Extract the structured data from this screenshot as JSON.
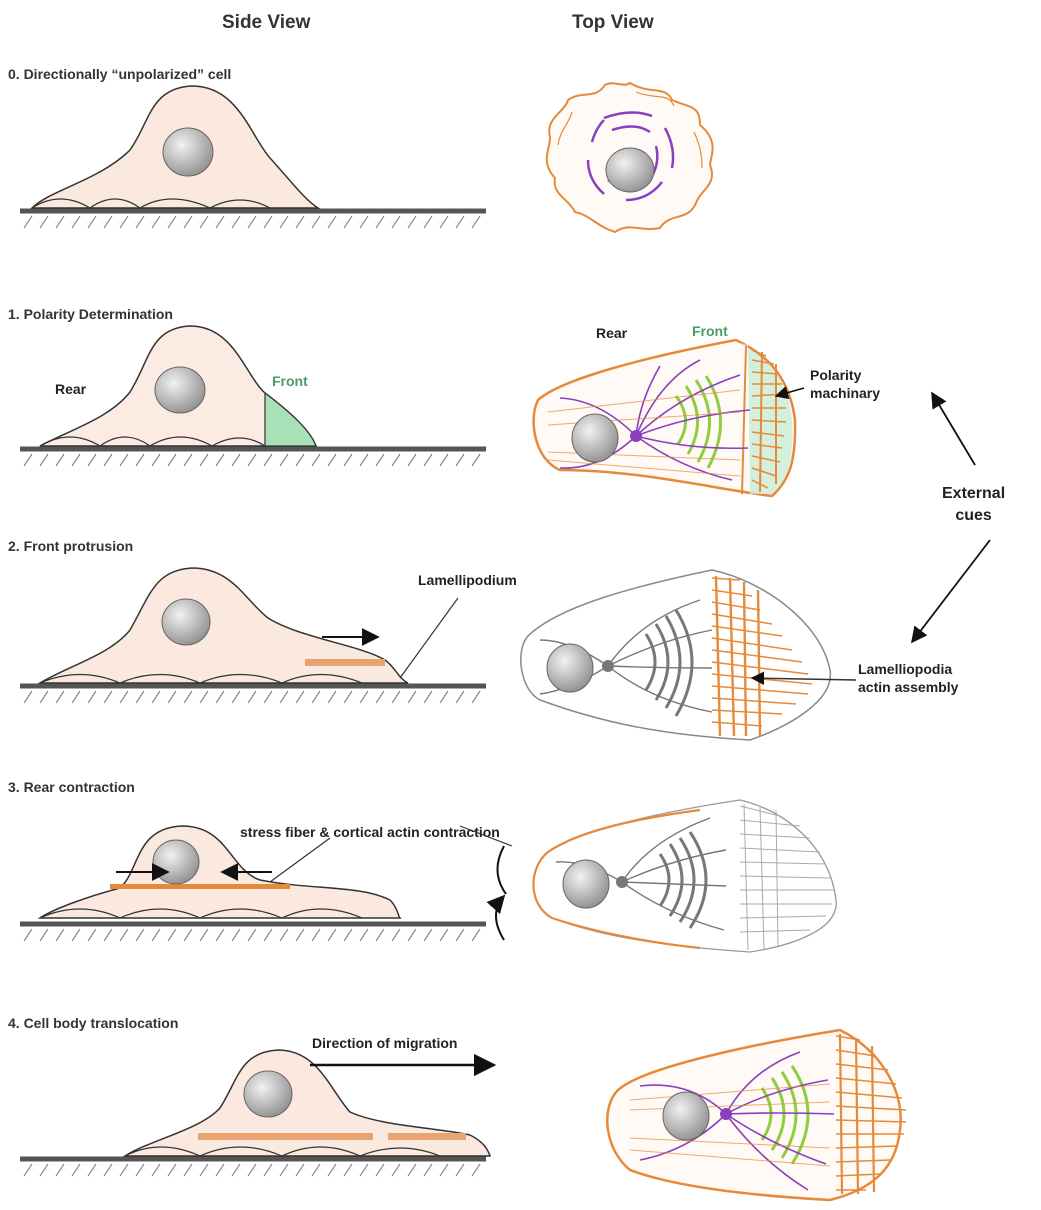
{
  "headers": {
    "side": "Side View",
    "top": "Top View"
  },
  "steps": [
    {
      "title": "0. Directionally “unpolarized” cell"
    },
    {
      "title": "1. Polarity Determination",
      "rear": "Rear",
      "front": "Front",
      "top_rear": "Rear",
      "top_front": "Front",
      "machinery": [
        "Polarity",
        "machinary"
      ]
    },
    {
      "title": "2. Front protrusion",
      "lamellipodium": "Lamellipodium",
      "assembly": [
        "Lamelliopodia",
        "actin assembly"
      ]
    },
    {
      "title": "3. Rear contraction",
      "contraction": "stress fiber & cortical actin contraction"
    },
    {
      "title": "4. Cell body translocation",
      "direction": "Direction of migration"
    }
  ],
  "external_cues": [
    "External",
    "cues"
  ],
  "colors": {
    "cell_fill": "#fbe9df",
    "nucleus": "#bdbdbd",
    "front_zone": "#a8e0b8",
    "actin": "#e58a3a",
    "microtubule": "#8a3fc0",
    "arc": "#8fce3f",
    "substrate": "#555555"
  }
}
